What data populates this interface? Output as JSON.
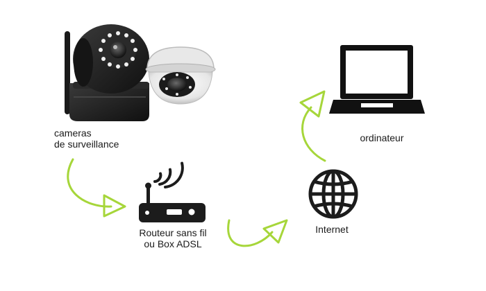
{
  "nodes": {
    "cameras": {
      "line1": "cameras",
      "line2": "de surveillance"
    },
    "router": {
      "line1": "Routeur sans fil",
      "line2": "ou Box ADSL"
    },
    "internet": {
      "label": "Internet"
    },
    "computer": {
      "label": "ordinateur"
    }
  },
  "colors": {
    "arrow": "#a6d63a",
    "device": "#1c1c1c",
    "text": "#1a1a1a"
  }
}
